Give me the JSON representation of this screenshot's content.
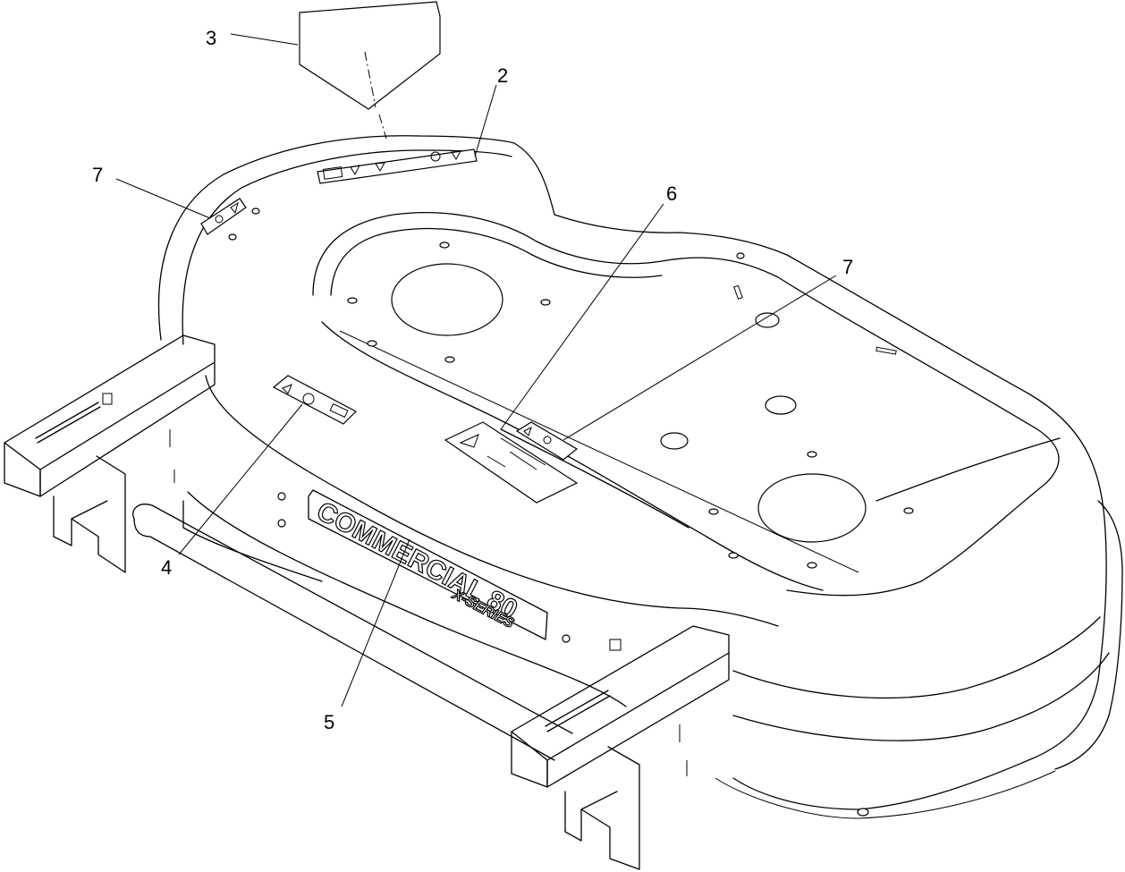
{
  "callouts": [
    {
      "id": "3",
      "label": "3"
    },
    {
      "id": "2",
      "label": "2"
    },
    {
      "id": "7a",
      "label": "7"
    },
    {
      "id": "6",
      "label": "6"
    },
    {
      "id": "7b",
      "label": "7"
    },
    {
      "id": "4",
      "label": "4"
    },
    {
      "id": "5",
      "label": "5"
    }
  ],
  "wordmark": {
    "brand": "COMMERCIAL 80",
    "series": "X-SERIES"
  }
}
